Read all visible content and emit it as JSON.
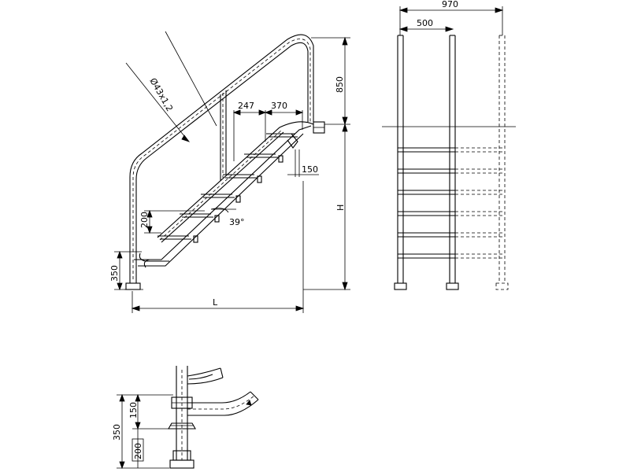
{
  "dimensions": {
    "pipe": "Ø43x1,2",
    "rail_height": "850",
    "dim_247": "247",
    "dim_370": "370",
    "dim_150_step": "150",
    "angle": "39°",
    "step_rise": "200",
    "foot_height": "350",
    "length": "L",
    "height": "H",
    "overall_width": "970",
    "post_spacing": "500",
    "detail_150": "150",
    "detail_350": "350",
    "detail_200": "200"
  }
}
